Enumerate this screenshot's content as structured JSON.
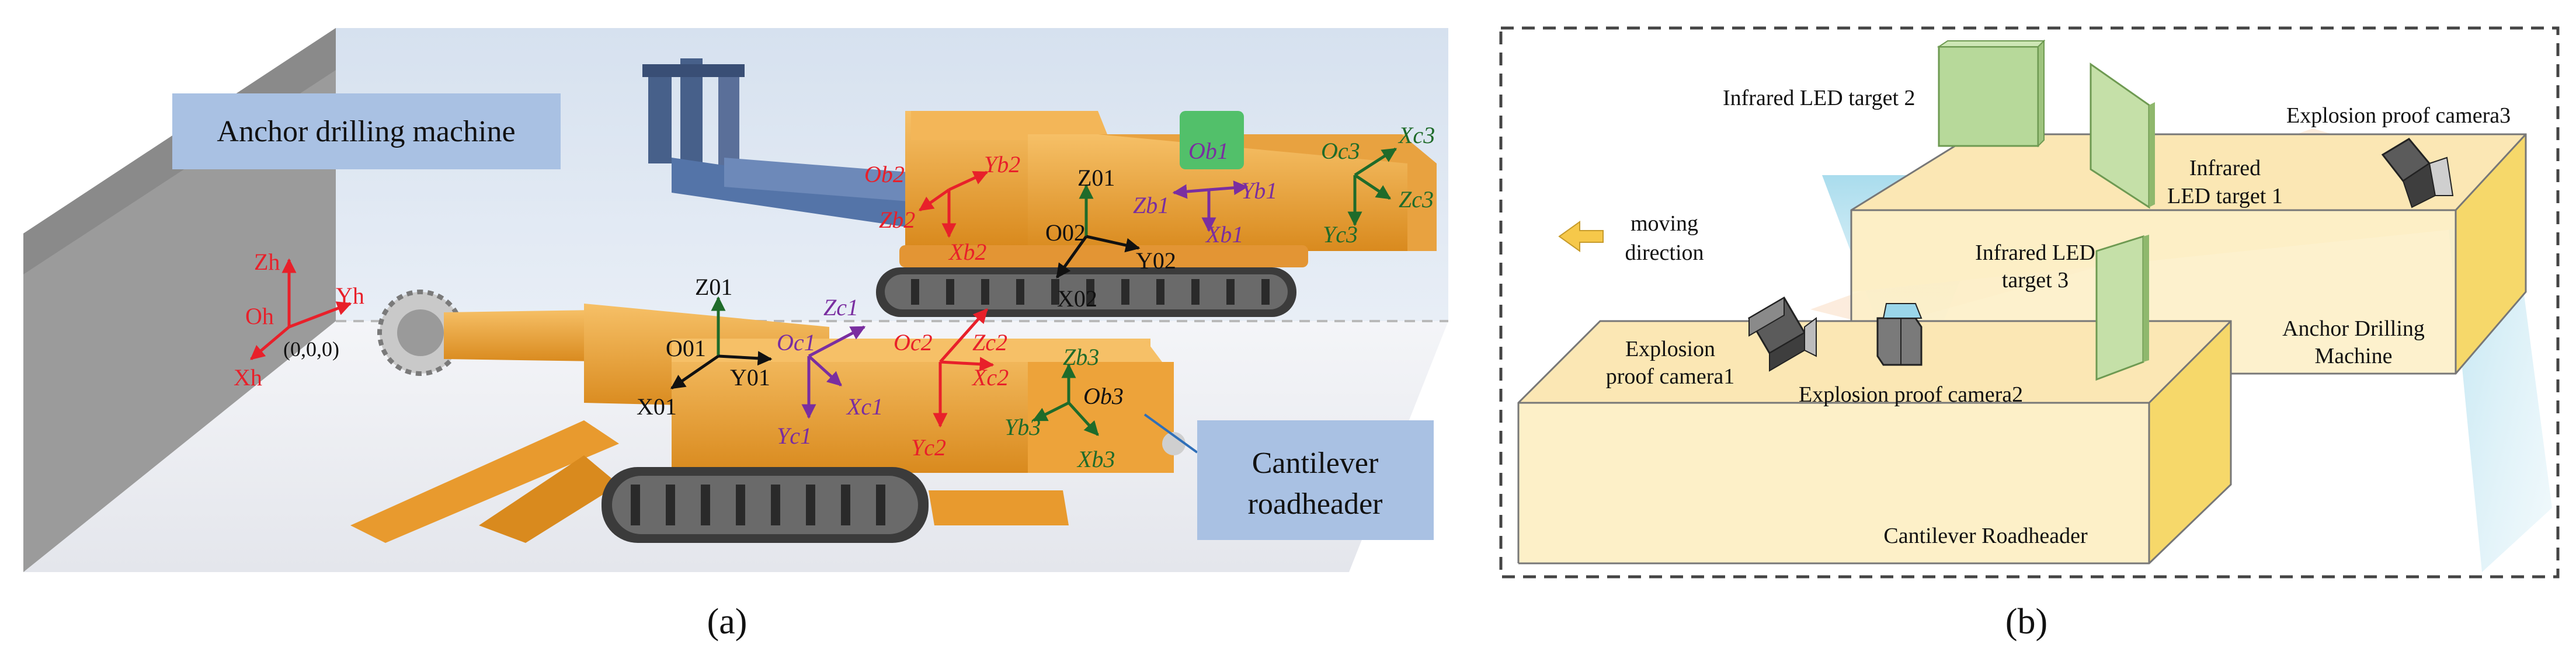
{
  "panel_a": {
    "anchor_label": "Anchor drilling machine",
    "roadheader_label": "Cantilever roadheader",
    "caption": "(a)",
    "origin_coords": "(0,0,0)",
    "frames": {
      "h": {
        "o": "Oh",
        "x": "Xh",
        "y": "Yh",
        "z": "Zh"
      },
      "f01": {
        "o": "O01",
        "x": "X01",
        "y": "Y01",
        "z": "Z01"
      },
      "c1": {
        "o": "Oc1",
        "x": "Xc1",
        "y": "Yc1",
        "z": "Zc1"
      },
      "c2": {
        "o": "Oc2",
        "x": "Xc2",
        "y": "Yc2",
        "z": "Zc2"
      },
      "b3": {
        "o": "Ob3",
        "x": "Xb3",
        "y": "Yb3",
        "z": "Zb3"
      },
      "f02": {
        "o": "O02",
        "x": "X02",
        "y": "Y02",
        "z": "Z01"
      },
      "b2": {
        "o": "Ob2",
        "x": "Xb2",
        "y": "Yb2",
        "z": "Zb2"
      },
      "b1": {
        "o": "Ob1",
        "x": "Xb1",
        "y": "Yb1",
        "z": "Zb1"
      },
      "c3": {
        "o": "Oc3",
        "x": "Xc3",
        "y": "Yc3",
        "z": "Zc3"
      }
    }
  },
  "panel_b": {
    "caption": "(b)",
    "moving_direction": "moving direction",
    "ir_target_2": "Infrared LED target 2",
    "ir_target_1": "Infrared LED target 1",
    "ir_target_3": "Infrared LED target 3",
    "camera_1": "Explosion proof camera1",
    "camera_2": "Explosion proof camera2",
    "camera_3": "Explosion proof camera3",
    "anchor_machine": "Anchor Drilling Machine",
    "roadheader": "Cantilever Roadheader"
  },
  "colors": {
    "red": "#e8202a",
    "purple": "#7a2ea0",
    "green": "#1f6b2a",
    "black": "#111111",
    "machine_orange": "#f0a43a",
    "label_box_blue": "#a9c1e3",
    "box_cream": "#fdf0c8",
    "box_yellow": "#f6d86a",
    "beam_blue": "#a9dcec",
    "target_green": "#b7d99a"
  }
}
